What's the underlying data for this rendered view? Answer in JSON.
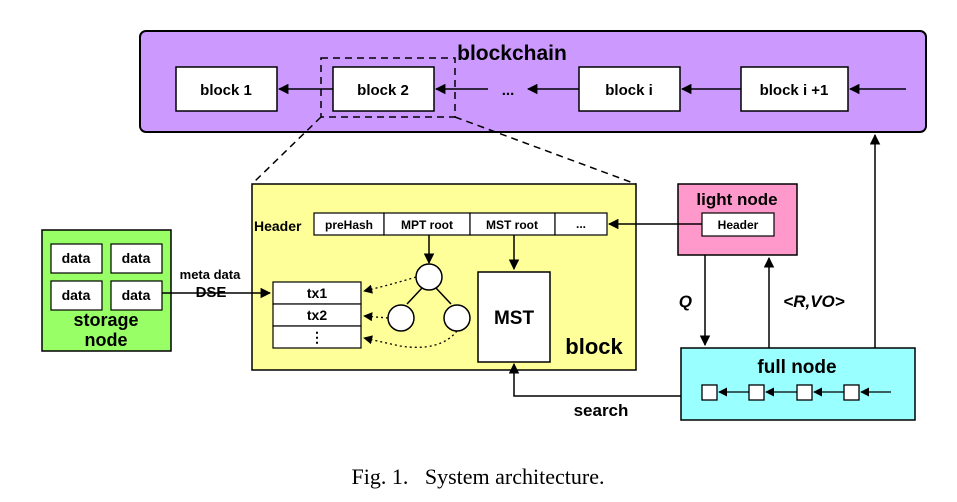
{
  "blockchain": {
    "title": "blockchain",
    "blocks": [
      "block 1",
      "block 2",
      "...",
      "block i",
      "block i +1"
    ]
  },
  "block": {
    "label": "block",
    "header_label": "Header",
    "header_fields": [
      "preHash",
      "MPT root",
      "MST root",
      "..."
    ],
    "txs": [
      "tx1",
      "tx2",
      "⋮"
    ],
    "mst": "MST"
  },
  "storage": {
    "cells": [
      "data",
      "data",
      "data",
      "data"
    ],
    "title_line1": "storage",
    "title_line2": "node",
    "meta_label": "meta data",
    "dse_label": "DSE"
  },
  "light_node": {
    "title": "light node",
    "header": "Header"
  },
  "full_node": {
    "title": "full node"
  },
  "edges": {
    "q": "Q",
    "rvo": "<R,VO>",
    "search": "search"
  },
  "caption": "Fig. 1.   System architecture.",
  "colors": {
    "blockchain": "#cc99ff",
    "block": "#ffff99",
    "storage": "#99ff66",
    "light": "#ff99cc",
    "full": "#99ffff"
  }
}
